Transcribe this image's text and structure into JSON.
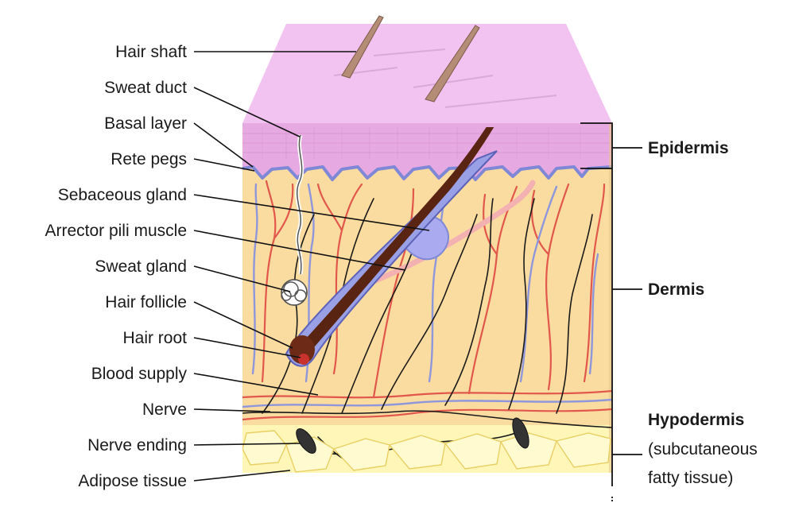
{
  "colors": {
    "epidermis_top": "#f2bff0",
    "epidermis_side": "#e7a3e0",
    "dermis": "#fbdca0",
    "hypodermis": "#fff6b8",
    "basal_layer": "#8b94db",
    "blood_vessel_red": "#e2574c",
    "blood_vessel_blue": "#8e97dc",
    "hair": "#5a2412",
    "hair_shaft": "#b58d76",
    "sebaceous_gland": "#a6a6ee",
    "arrector_pili": "#f3b1b1"
  },
  "labels": {
    "hair_shaft": "Hair shaft",
    "sweat_duct": "Sweat duct",
    "basal_layer": "Basal layer",
    "rete_pegs": "Rete pegs",
    "sebaceous_gland": "Sebaceous gland",
    "arrector_pili_muscle": "Arrector pili muscle",
    "sweat_gland": "Sweat gland",
    "hair_follicle": "Hair follicle",
    "hair_root": "Hair root",
    "blood_supply": "Blood supply",
    "nerve": "Nerve",
    "nerve_ending": "Nerve ending",
    "adipose_tissue": "Adipose tissue"
  },
  "layers": {
    "epidermis": "Epidermis",
    "dermis": "Dermis",
    "hypodermis": "Hypodermis",
    "hypodermis_sub_1": "(subcutaneous",
    "hypodermis_sub_2": "fatty tissue)"
  }
}
